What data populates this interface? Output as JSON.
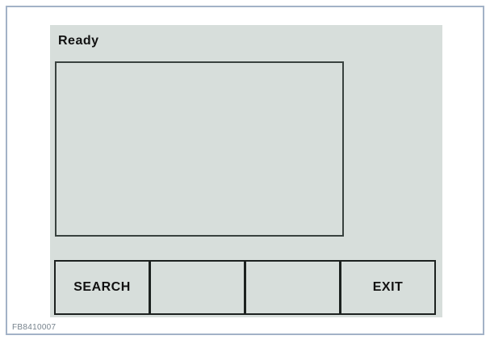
{
  "screen": {
    "status": "Ready"
  },
  "softkeys": [
    {
      "label": "SEARCH"
    },
    {
      "label": ""
    },
    {
      "label": ""
    },
    {
      "label": "EXIT"
    }
  ],
  "caption": {
    "code": "FB8410007"
  },
  "colors": {
    "frame_border": "#a3b2c7",
    "screen_bg": "#d7dedb",
    "display_border": "#39423f",
    "button_border": "#1c211f",
    "text": "#111111",
    "caption_text": "#76828c"
  }
}
